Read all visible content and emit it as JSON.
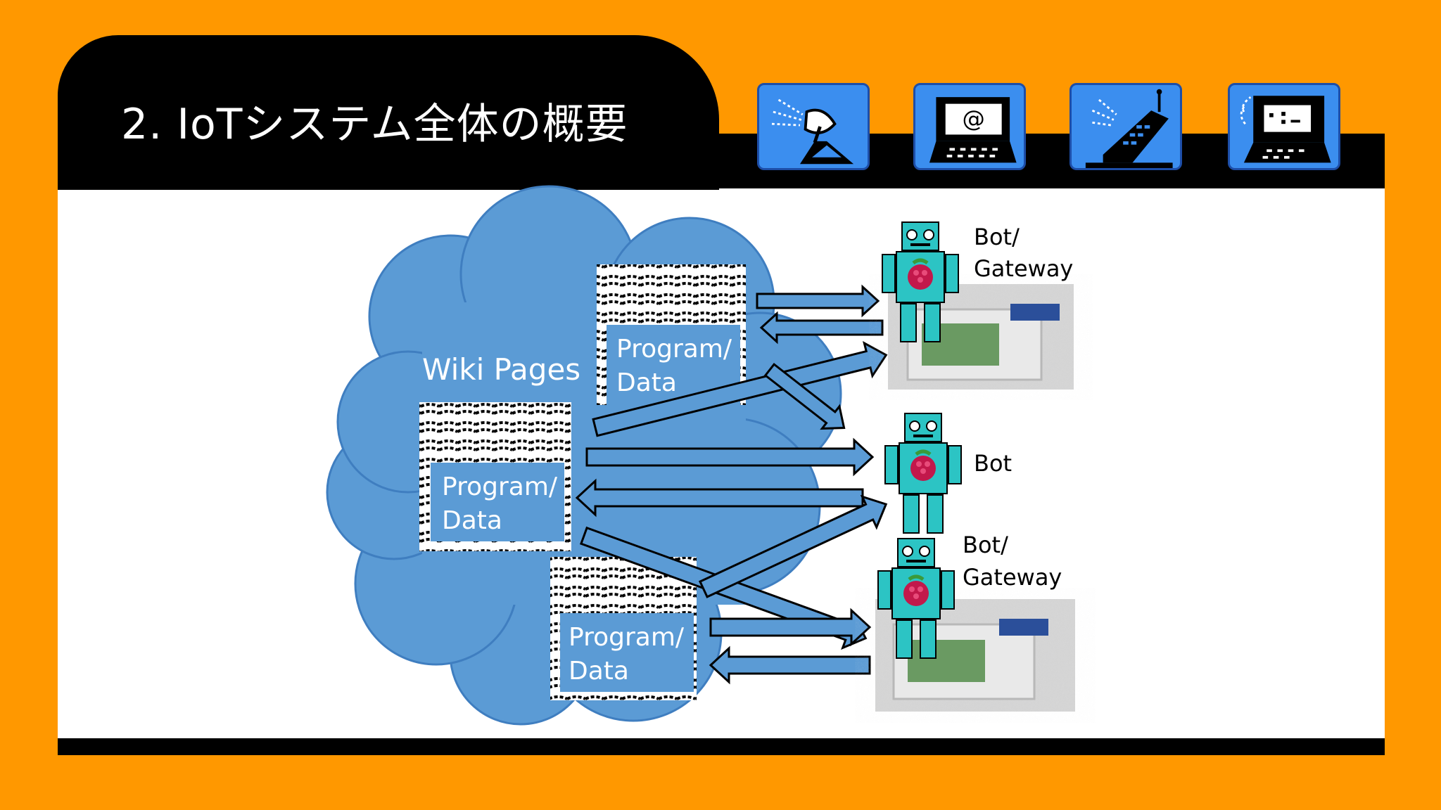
{
  "header": {
    "title": "2. IoTシステム全体の概要",
    "icons": [
      "satellite-dish-icon",
      "email-terminal-icon",
      "mobile-phone-icon",
      "computer-terminal-icon"
    ]
  },
  "diagram": {
    "cloud_label": "Wiki Pages",
    "page_cards": [
      {
        "label_line1": "Program/",
        "label_line2": "Data"
      },
      {
        "label_line1": "Program/",
        "label_line2": "Data"
      },
      {
        "label_line1": "Program/",
        "label_line2": "Data"
      }
    ],
    "devices": [
      {
        "label_line1": "Bot/",
        "label_line2": "Gateway"
      },
      {
        "label_line1": "Bot",
        "label_line2": ""
      },
      {
        "label_line1": "Bot/",
        "label_line2": "Gateway"
      }
    ]
  },
  "colors": {
    "background": "#FF9800",
    "cloud": "#5B9BD5",
    "robot": "#2CC4C4",
    "icon_blue": "#3B8EEF"
  }
}
